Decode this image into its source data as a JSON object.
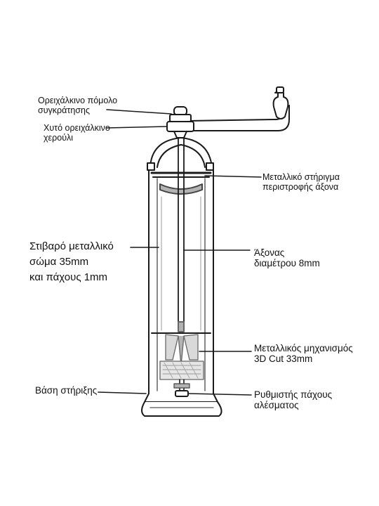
{
  "labels": {
    "knob": "Ορειχάλκινο πόμολο\nσυγκράτησης",
    "handle": "Χυτό ορειχάλκινο\nχερούλι",
    "support": "Μεταλλικό στήριγμα\nπεριστροφής άξονα",
    "body": "Στιβαρό μεταλλικό\nσώμα 35mm\nκαι πάχους 1mm",
    "shaft": "Άξονας\nδιαμέτρου 8mm",
    "mechanism": "Μεταλλικός μηχανισμός\n3D Cut 33mm",
    "base": "Βάση στήριξης",
    "adjuster": "Ρυθμιστής πάχους\nαλέσματος"
  },
  "colors": {
    "line": "#1a1a1a",
    "shade": "#b3b3b3",
    "light": "#d9d9d9"
  }
}
